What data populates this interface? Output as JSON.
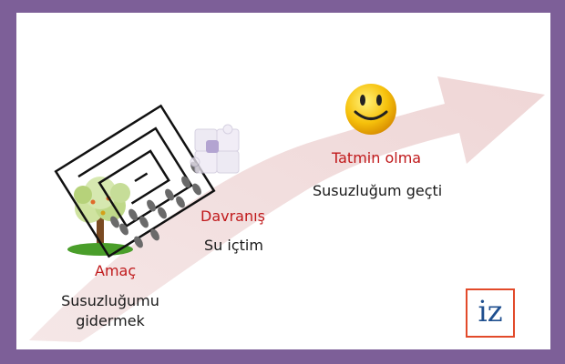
{
  "stages": {
    "goal": {
      "title": "Amaç",
      "description": "Susuzluğumu gidermek"
    },
    "behavior": {
      "title": "Davranış",
      "description": "Su içtim"
    },
    "satisfaction": {
      "title": "Tatmin olma",
      "description": "Susuzluğum geçti"
    }
  },
  "logo": {
    "text": "iz"
  },
  "colors": {
    "frame": "#7d5f98",
    "arrow": "#f3dede",
    "title_red": "#c0191b",
    "logo_border": "#e24a2a",
    "logo_text": "#1f4f8f"
  },
  "icons": [
    "arrow-shape",
    "maze-icon",
    "footprints-icon",
    "tree-icon",
    "puzzle-icon",
    "smiley-icon"
  ]
}
